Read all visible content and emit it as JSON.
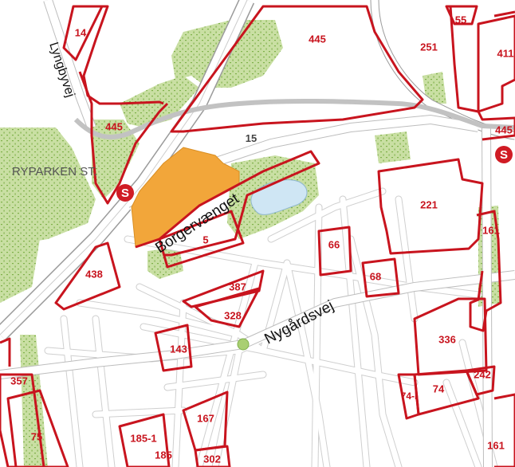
{
  "map": {
    "colors": {
      "background": "#ffffff",
      "green_area": "#c9dfa3",
      "green_dots": "#7fb04a",
      "roads": "#d2d2d2",
      "road_fill": "#ffffff",
      "parcel_outline": "#c8141e",
      "highlight_parcel": "#f2a63a",
      "water": "#cfe6f4",
      "railway": "#c2c2c2"
    },
    "streets": {
      "lyngbyvej": "Lyngbyvej",
      "borgervaenget": "Borgervænget",
      "nygaardsvej": "Nygårdsvej"
    },
    "places": {
      "ryparken_station": "RYPARKEN ST."
    },
    "station_symbol": "S",
    "area_labels": {
      "large_15": "15"
    },
    "parcels": {
      "p14": "14",
      "p445_top": "445",
      "p251": "251",
      "p55": "55",
      "p411": "411",
      "p445_left": "445",
      "p445_right": "445",
      "p221": "221",
      "p161_top": "161",
      "p5": "5",
      "p66": "66",
      "p68": "68",
      "p438": "438",
      "p387": "387",
      "p328": "328",
      "p143": "143",
      "p336": "336",
      "p242": "242",
      "p357": "357",
      "p74": "74",
      "p74_1": "74-I",
      "p167": "167",
      "p75": "75",
      "p185_1": "185-1",
      "p185": "185",
      "p302": "302",
      "p161_bottom": "161"
    }
  }
}
